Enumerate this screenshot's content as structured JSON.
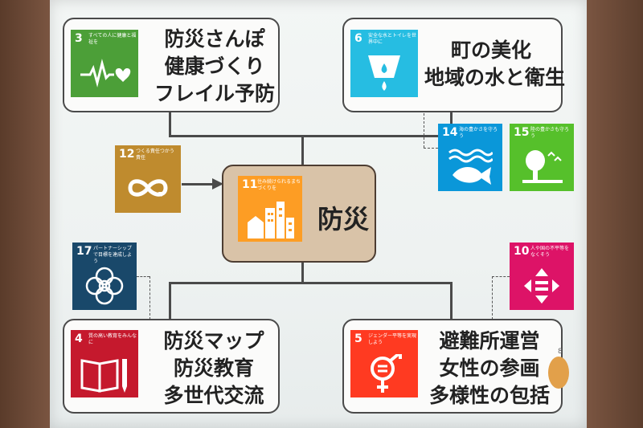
{
  "center": {
    "label": "防災"
  },
  "boxes": {
    "top_left": {
      "lines": [
        "防災さんぽ",
        "健康づくり",
        "フレイル予防"
      ]
    },
    "top_right": {
      "lines": [
        "町の美化",
        "地域の水と衛生"
      ]
    },
    "bottom_left": {
      "lines": [
        "防災マップ",
        "防災教育",
        "多世代交流"
      ]
    },
    "bottom_right": {
      "lines": [
        "避難所運営",
        "女性の参画",
        "多様性の包括"
      ]
    }
  },
  "sdg_icons": [
    {
      "number": "3",
      "text": "すべての人に健康と福祉を",
      "color": "#4c9f38",
      "icon": "heart-pulse-icon"
    },
    {
      "number": "6",
      "text": "安全な水とトイレを世界中に",
      "color": "#26bde2",
      "icon": "water-drop-icon"
    },
    {
      "number": "14",
      "text": "海の豊かさを守ろう",
      "color": "#0a97d9",
      "icon": "fish-icon"
    },
    {
      "number": "15",
      "text": "陸の豊かさも守ろう",
      "color": "#56c02b",
      "icon": "tree-icon"
    },
    {
      "number": "12",
      "text": "つくる責任つかう責任",
      "color": "#bf8b2e",
      "icon": "infinity-icon"
    },
    {
      "number": "11",
      "text": "住み続けられるまちづくりを",
      "color": "#fd9d24",
      "icon": "city-icon"
    },
    {
      "number": "17",
      "text": "パートナーシップで目標を達成しよう",
      "color": "#19486a",
      "icon": "flower-icon"
    },
    {
      "number": "10",
      "text": "人や国の不平等をなくそう",
      "color": "#dd1367",
      "icon": "equality-arrows-icon"
    },
    {
      "number": "4",
      "text": "質の高い教育をみんなに",
      "color": "#c5192d",
      "icon": "book-icon"
    },
    {
      "number": "5",
      "text": "ジェンダー平等を実現しよう",
      "color": "#ff3a21",
      "icon": "gender-icon"
    }
  ],
  "page_number": "8"
}
